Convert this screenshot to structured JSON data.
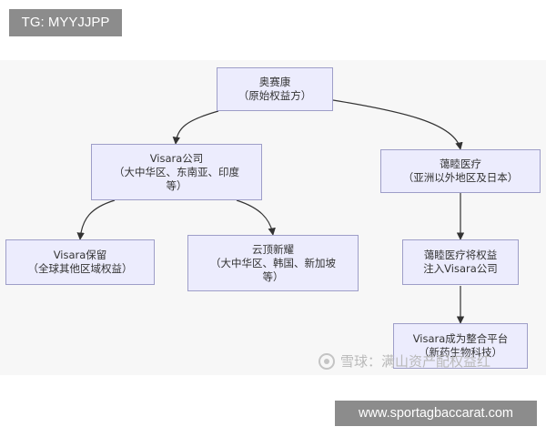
{
  "tag_label": "TG: MYYJJPP",
  "nodes": {
    "aosaikang": {
      "line1": "奥赛康",
      "line2": "（原始权益方）"
    },
    "visara": {
      "line1": "Visara公司",
      "line2": "（大中华区、东南亚、印度",
      "line3": "等）"
    },
    "aisui": {
      "line1": "蔼睦医疗",
      "line2": "（亚洲以外地区及日本）"
    },
    "visara_retain": {
      "line1": "Visara保留",
      "line2": "（全球其他区域权益）"
    },
    "yunding": {
      "line1": "云顶新耀",
      "line2": "（大中华区、韩国、新加坡",
      "line3": "等）"
    },
    "aisui_inject": {
      "line1": "蔼睦医疗将权益",
      "line2": "注入Visara公司"
    },
    "platform": {
      "line1": "Visara成为整合平台",
      "line2": "（新药生物科技）"
    }
  },
  "watermark": {
    "text": "雪球：满山资产配权益红"
  },
  "site_label": "www.sportagbaccarat.com",
  "colors": {
    "node_fill": "#ececfd",
    "node_border": "#9e9ec8",
    "edge": "#333333",
    "canvas": "#f7f7f7"
  }
}
